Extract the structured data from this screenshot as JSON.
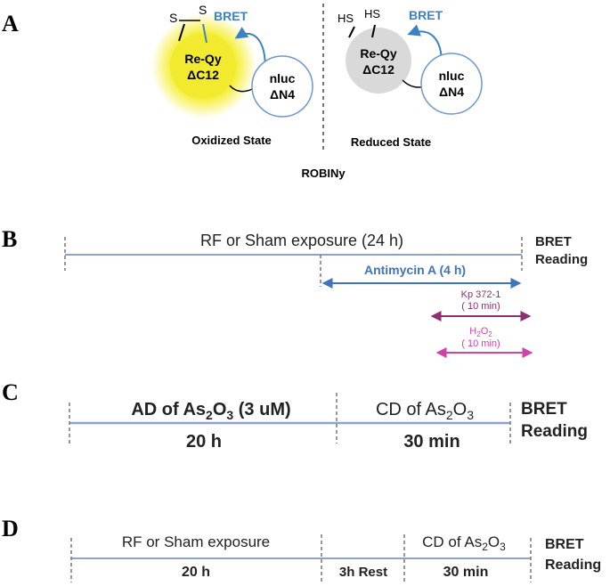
{
  "panel_a": {
    "label": "A",
    "oxidized": {
      "disulfide_s1": "S",
      "disulfide_s2": "S",
      "bret": "BRET",
      "reqy_line1": "Re-Qy",
      "reqy_line2": "ΔC12",
      "nluc_line1": "nluc",
      "nluc_line2": "ΔN4",
      "caption": "Oxidized State"
    },
    "reduced": {
      "thiol1": "HS",
      "thiol2": "HS",
      "bret": "BRET",
      "reqy_line1": "Re-Qy",
      "reqy_line2": "ΔC12",
      "nluc_line1": "nluc",
      "nluc_line2": "ΔN4",
      "caption": "Reduced State"
    },
    "sensor_name": "ROBINy",
    "colors": {
      "bret": "#3b82c4",
      "glow": "#f5ee3a",
      "circle_border": "#6f97cc",
      "reduced_fill": "#d9d9d9"
    }
  },
  "panel_b": {
    "label": "B",
    "exposure": "RF or Sham exposure (24 h)",
    "antimycin": "Antimycin A (4 h)",
    "kp_line1": "Kp 372-1",
    "kp_line2": "( 10 min)",
    "h2o2_main": "H",
    "h2o2_sub1": "2",
    "h2o2_mid": "O",
    "h2o2_sub2": "2",
    "h2o2_line2": "( 10 min)",
    "reading_line1": "BRET",
    "reading_line2": "Reading",
    "colors": {
      "timeline": "#8ea2cc",
      "antimycin": "#3d74bd",
      "kp": "#8e2f6f",
      "h2o2": "#cc44a8"
    }
  },
  "panel_c": {
    "label": "C",
    "ad_prefix": "AD of As",
    "ad_sub1": "2",
    "ad_mid": "O",
    "ad_sub2": "3",
    "ad_suffix": " (3 uM)",
    "ad_duration": "20 h",
    "cd_prefix": "CD of As",
    "cd_sub1": "2",
    "cd_mid": "O",
    "cd_sub2": "3",
    "cd_duration": "30 min",
    "reading_line1": "BRET",
    "reading_line2": "Reading"
  },
  "panel_d": {
    "label": "D",
    "exposure": "RF or Sham exposure",
    "exposure_duration": "20 h",
    "rest": "3h Rest",
    "cd_prefix": "CD of As",
    "cd_sub1": "2",
    "cd_mid": "O",
    "cd_sub2": "3",
    "cd_duration": "30 min",
    "reading_line1": "BRET",
    "reading_line2": "Reading"
  }
}
